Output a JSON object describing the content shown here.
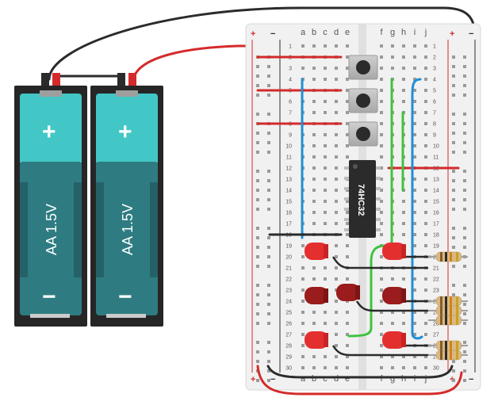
{
  "breadboard": {
    "columns_left": [
      "a",
      "b",
      "c",
      "d",
      "e"
    ],
    "columns_right": [
      "f",
      "g",
      "h",
      "i",
      "j"
    ],
    "row_count": 30,
    "rail_plus": "+",
    "rail_minus": "−"
  },
  "batteries": [
    {
      "label": "AA 1.5V",
      "plus": "+",
      "minus": "−"
    },
    {
      "label": "AA 1.5V",
      "plus": "+",
      "minus": "−"
    }
  ],
  "chip": {
    "label": "74HC32"
  },
  "colors": {
    "battery_top": "#43c6c6",
    "battery_bottom": "#2e7c82",
    "battery_case": "#262626",
    "wire_red": "#d42a2a",
    "wire_black": "#2b2b2b",
    "wire_blue": "#1f8fd6",
    "wire_green": "#3ec33e",
    "led_red": "#e42f2f",
    "led_dark": "#9a1c1c",
    "breadboard": "#f1f1f1"
  }
}
